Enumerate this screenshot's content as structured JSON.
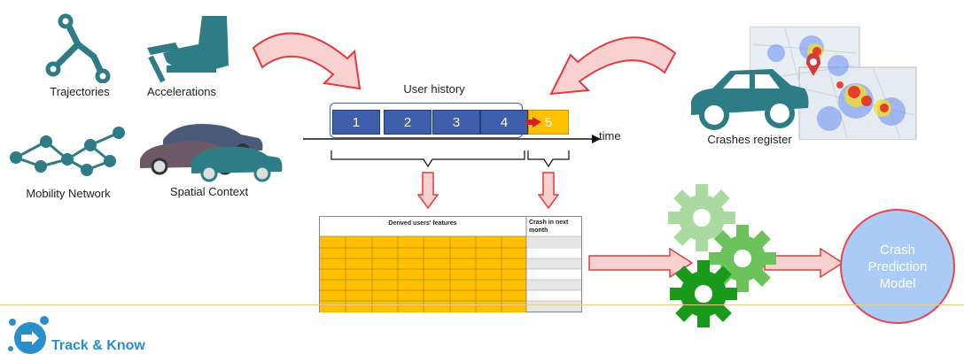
{
  "icons": {
    "trajectories": "Trajectories",
    "accelerations": "Accelerations",
    "mobility_network": "Mobility Network",
    "spatial_context": "Spatial Context",
    "crashes_register": "Crashes register"
  },
  "timeline": {
    "title": "User history",
    "boxes": [
      "1",
      "2",
      "3",
      "4"
    ],
    "next_box": "5",
    "axis_label": "time"
  },
  "table": {
    "features_header": "Derived users' features",
    "target_header": "Crash in next month"
  },
  "model": {
    "label": "Crash Prediction Model"
  },
  "brand": {
    "name": "Track & Know"
  },
  "colors": {
    "teal": "#2e7d86",
    "box_blue": "#3f5faa",
    "box_yellow": "#ffc000",
    "arrow_fill": "#f8d0d0",
    "arrow_stroke": "#e03c3c",
    "model_fill": "#a9cbf5",
    "gear_light": "#a9dba0",
    "gear_mid": "#6cc35c",
    "gear_dark": "#1a9a1a",
    "brand_blue": "#2a8fc9"
  }
}
